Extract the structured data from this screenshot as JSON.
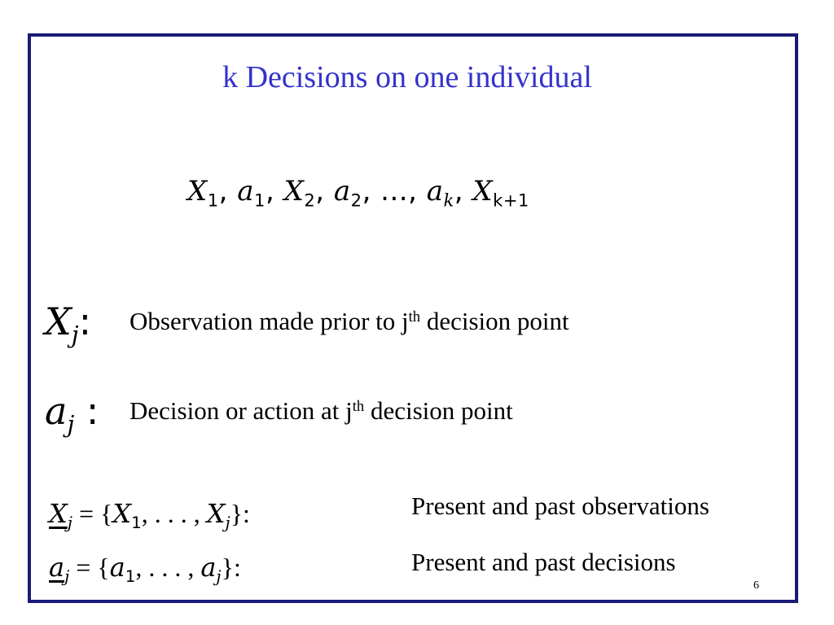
{
  "slide": {
    "title": "k Decisions on one individual",
    "page_number": "6"
  },
  "sequence": {
    "X1": "X",
    "X1_sub": "1",
    "sep1": ",  ",
    "a1": "a",
    "a1_sub": "1",
    "sep2": ",  ",
    "X2": "X",
    "X2_sub": "2",
    "sep3": ",  ",
    "a2": "a",
    "a2_sub": "2",
    "sep4": ", ...,  ",
    "ak": "a",
    "ak_sub": "k",
    "sep5": ", ",
    "Xk1": "X",
    "Xk1_sub": "k+1"
  },
  "definitions": {
    "x": {
      "symbol": "X",
      "symbol_sub": "j",
      "colon": ":",
      "text_before": "Observation made prior to j",
      "sup": "th",
      "text_after": " decision point"
    },
    "a": {
      "symbol": "a",
      "symbol_sub": "j",
      "colon": " :",
      "text_before": "Decision or action at j",
      "sup": "th",
      "text_after": " decision point"
    }
  },
  "sets": {
    "x": {
      "lhs": "X",
      "lhs_sub": "j",
      "eq_open": " = {",
      "first": "X",
      "first_sub": "1",
      "dots": ", . . . , ",
      "last": "X",
      "last_sub": "j",
      "close": "}:",
      "label": "Present and past observations"
    },
    "a": {
      "lhs": "a",
      "lhs_sub": "j",
      "eq_open": " = {",
      "first": "a",
      "first_sub": "1",
      "dots": ", . . . , ",
      "last": "a",
      "last_sub": "j",
      "close": "}:",
      "label": "Present and past decisions"
    }
  },
  "colors": {
    "title": "#3333cc",
    "frame": "#1a1a78"
  }
}
